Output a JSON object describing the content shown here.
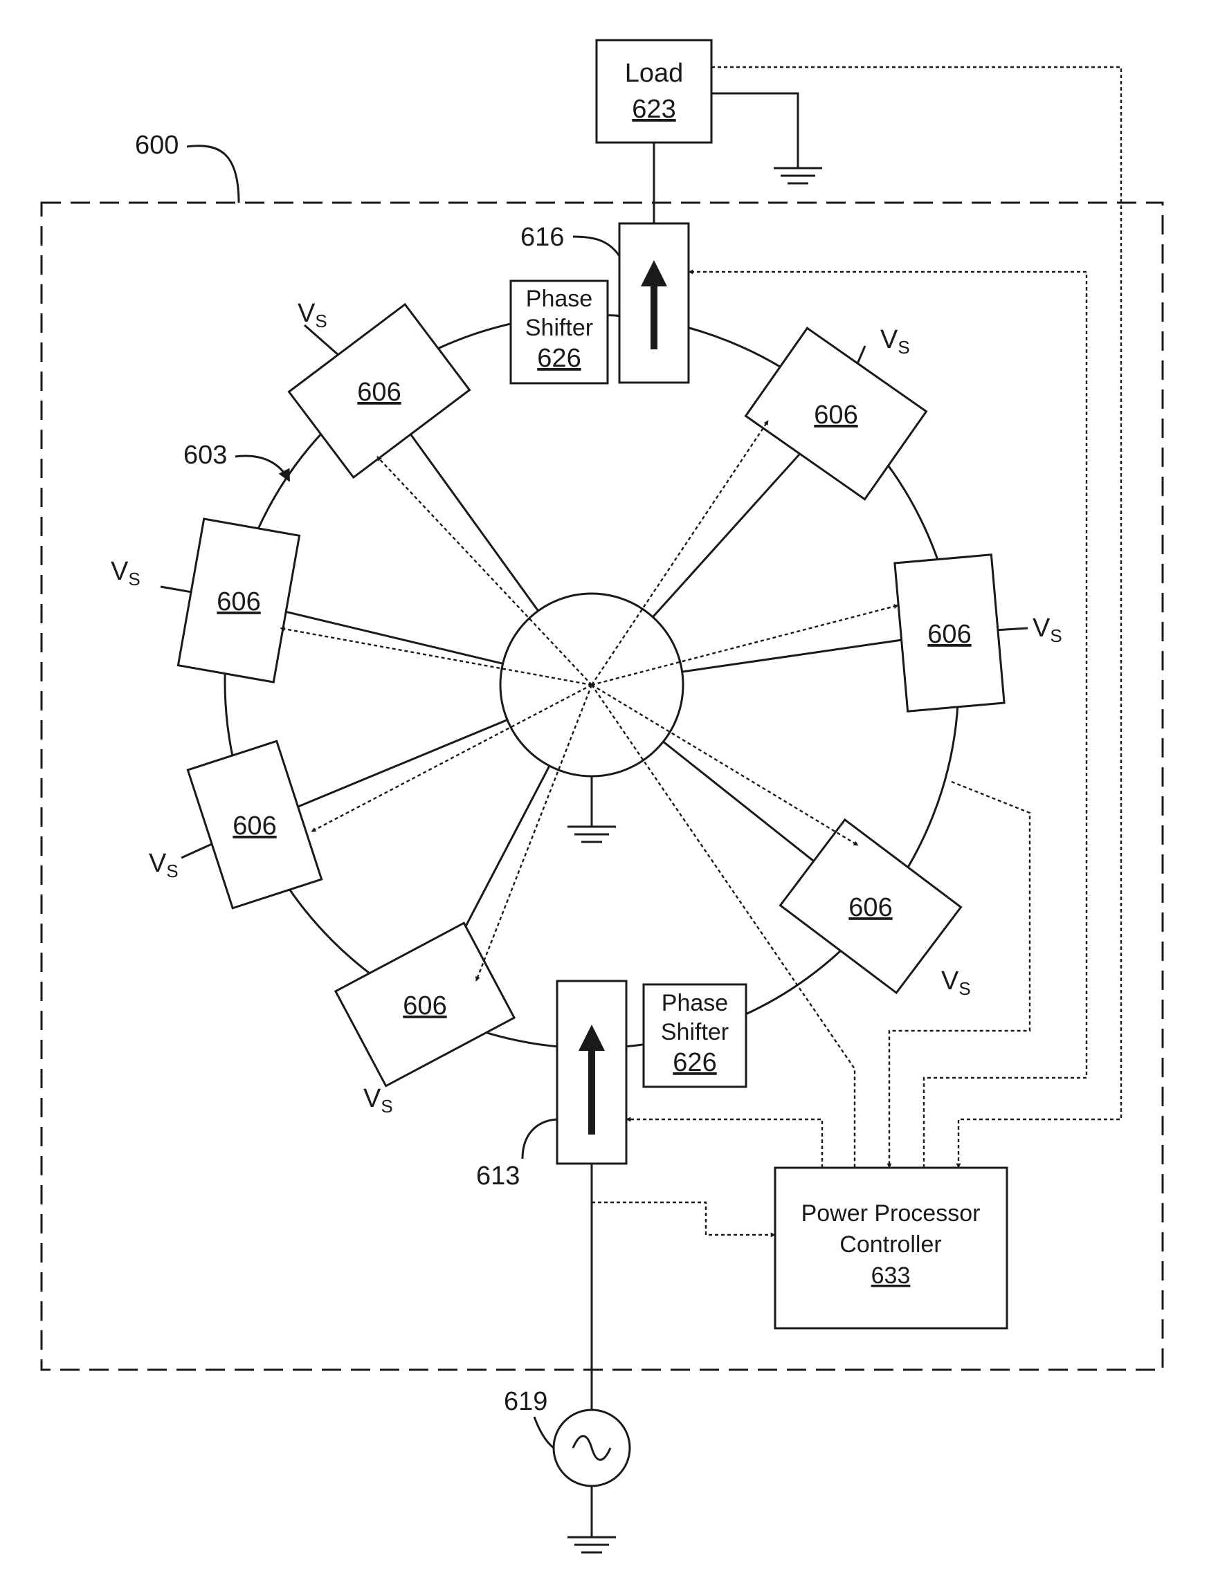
{
  "labels": {
    "system_ref": "600",
    "ring_ref": "603",
    "input_coupler_ref": "613",
    "output_coupler_ref": "616",
    "source_ref": "619",
    "load_title": "Load",
    "load_ref": "623",
    "phase_shifter_title_1": "Phase",
    "phase_shifter_title_2": "Shifter",
    "phase_shifter_ref": "626",
    "controller_line_1": "Power Processor",
    "controller_line_2": "Controller",
    "controller_ref": "633",
    "device_ref": "606",
    "supply_main": "V",
    "supply_sub": "S"
  }
}
